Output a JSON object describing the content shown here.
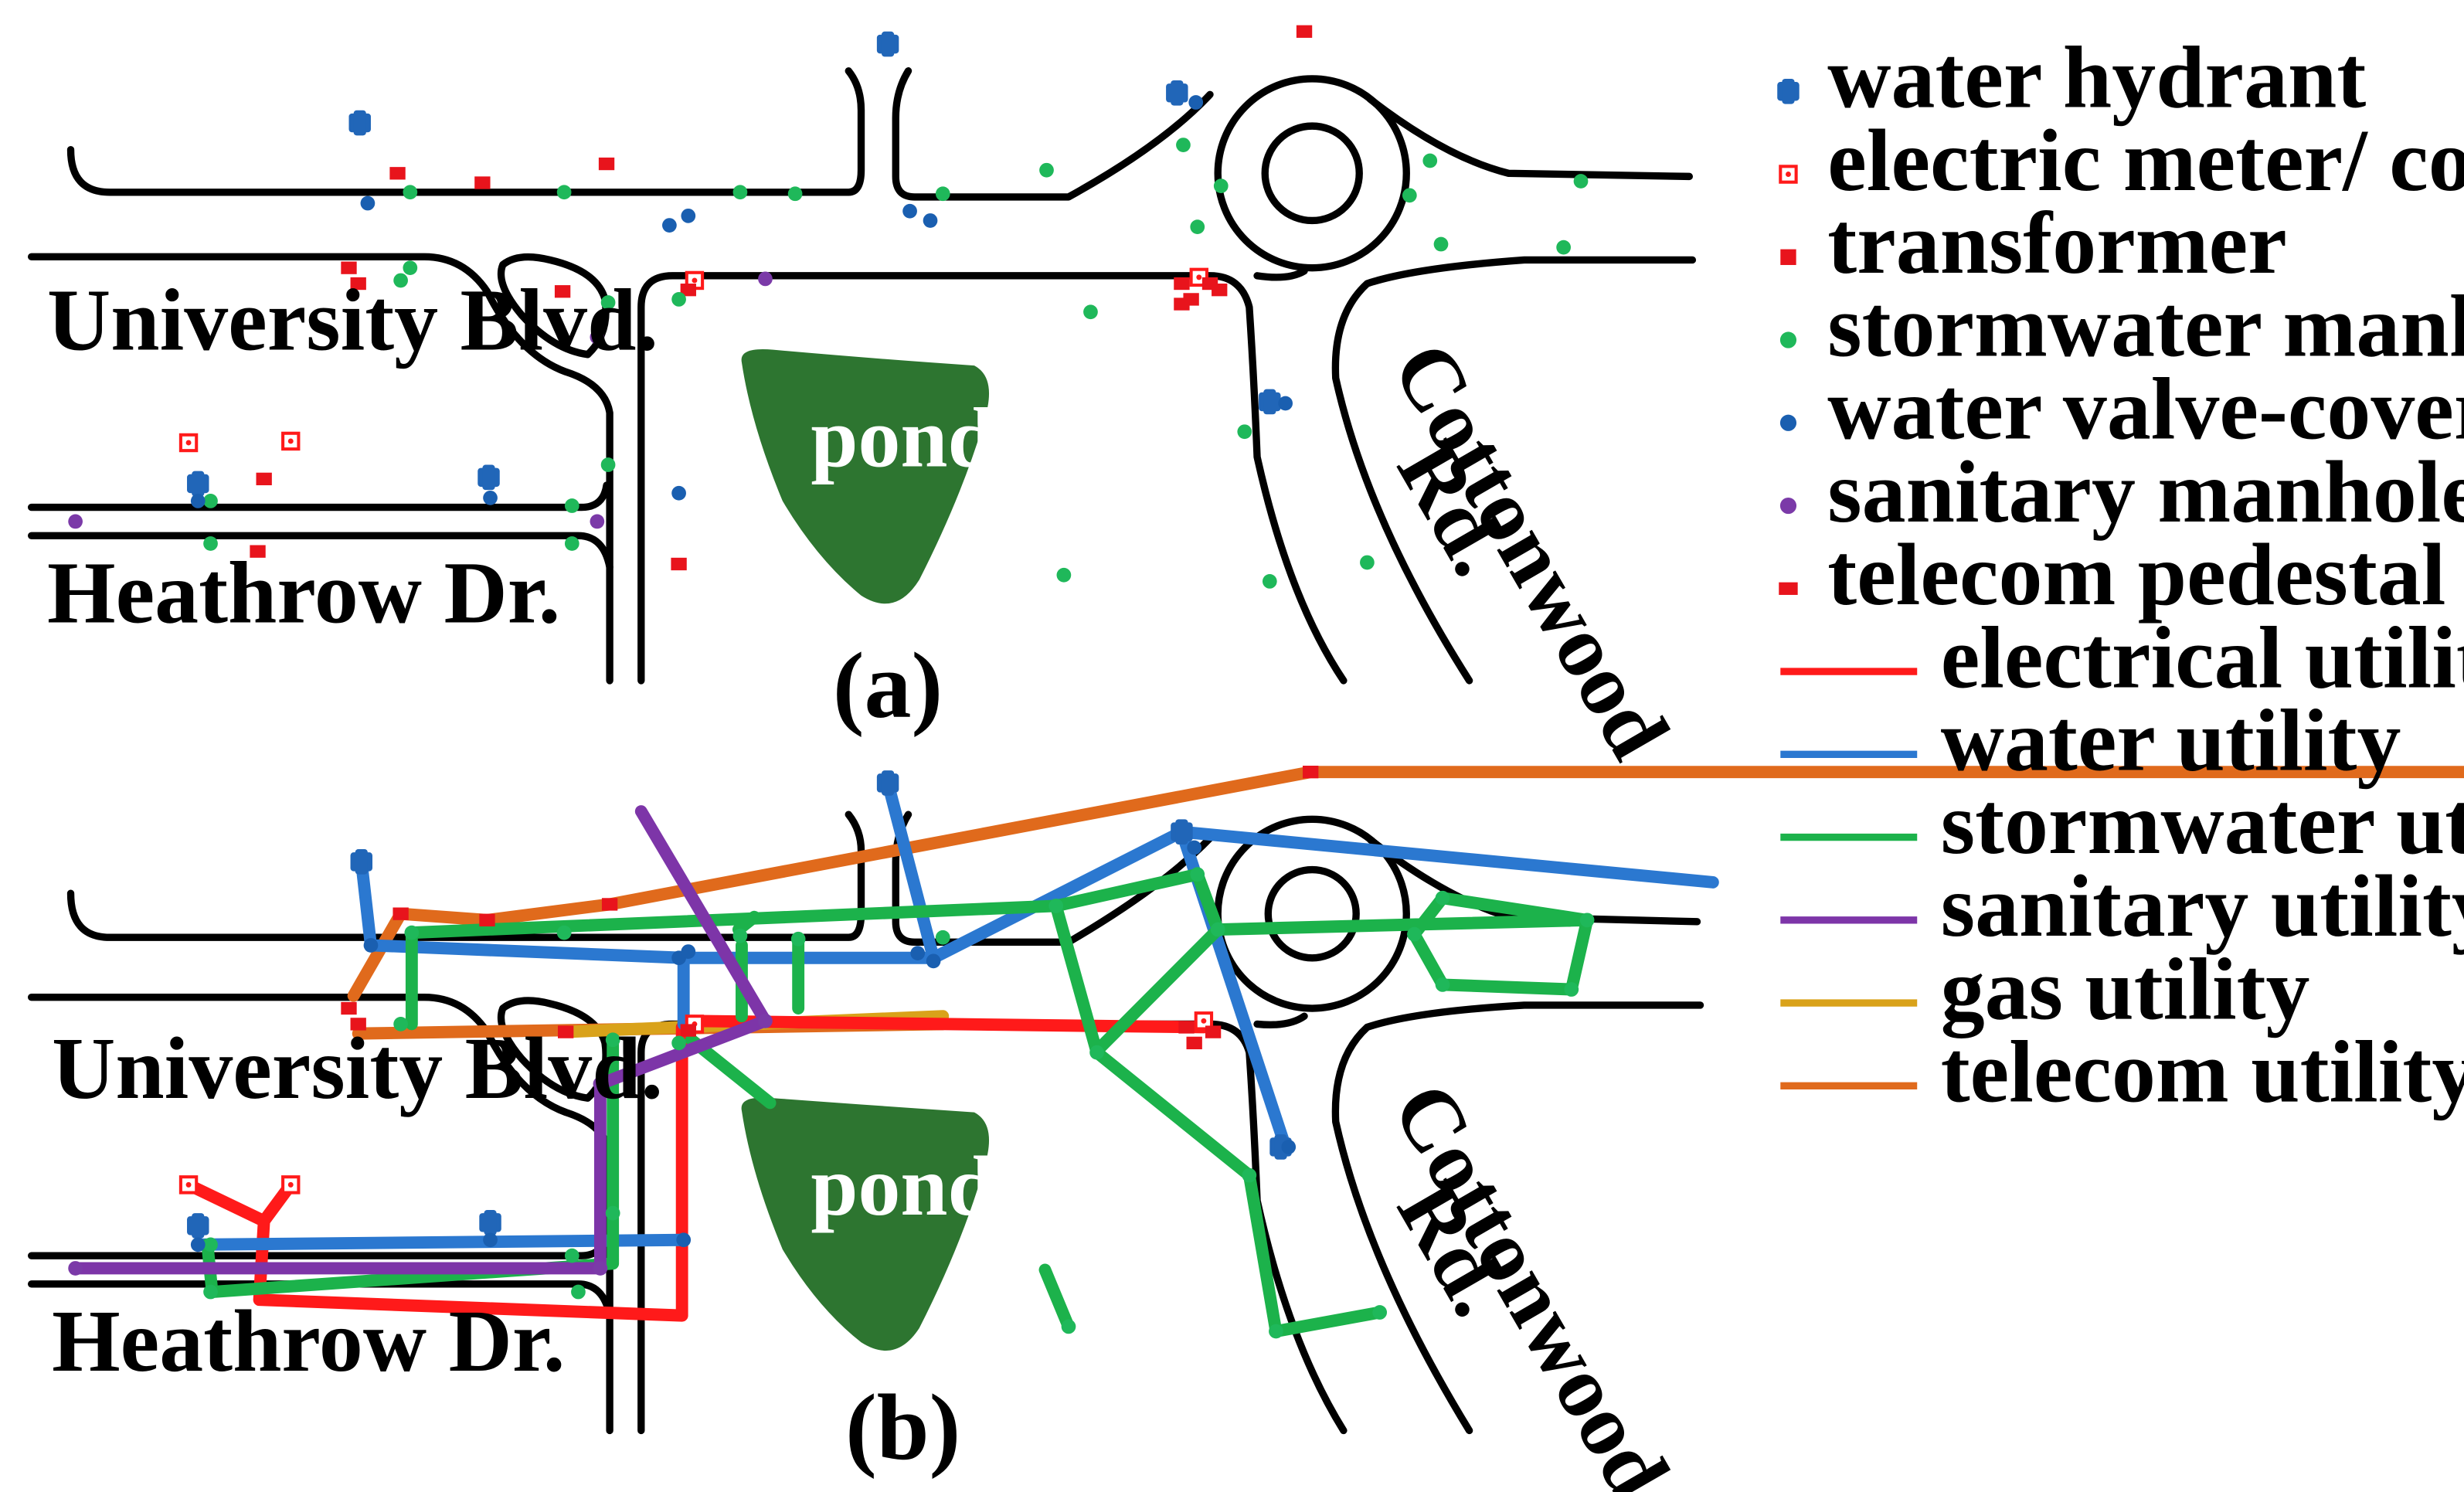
{
  "panels": [
    {
      "id": "a",
      "label": "(a)"
    },
    {
      "id": "b",
      "label": "(b)"
    }
  ],
  "map_labels": {
    "road_university": "University Blvd.",
    "road_heathrow": "Heathrow Dr.",
    "road_cottonwood_1": "Cottonwood",
    "road_cottonwood_2": "Rd.",
    "pond": "pond"
  },
  "colors": {
    "water_hydrant": "#2166b8",
    "electric_meter": "#ff1a1a",
    "transformer": "#e8141c",
    "stormwater_manhole": "#1fb85a",
    "water_valve_cover": "#1a5fb0",
    "sanitary_manhole": "#7b3aa8",
    "telecom_pedestal": "#e8141c",
    "electrical_utility": "#ff1a1a",
    "water_utility": "#2b78d0",
    "stormwater_utility": "#1cb24b",
    "sanitary_utility": "#7d35a8",
    "gas_utility": "#d9a21a",
    "telecom_utility": "#e06a1c",
    "pond": "#2d7530",
    "road": "#000000"
  },
  "legend": [
    {
      "key": "water_hydrant",
      "label": "water hydrant",
      "symbol": "hydrant-icon"
    },
    {
      "key": "electric_meter",
      "label": "electric meter/ control box",
      "symbol": "meter-box-icon"
    },
    {
      "key": "transformer",
      "label": "transformer",
      "symbol": "square-icon"
    },
    {
      "key": "stormwater_manhole",
      "label": "stormwater manhole",
      "symbol": "dot-icon"
    },
    {
      "key": "water_valve_cover",
      "label": "water valve-cover",
      "symbol": "dot-icon"
    },
    {
      "key": "sanitary_manhole",
      "label": "sanitary manhole",
      "symbol": "dot-icon"
    },
    {
      "key": "telecom_pedestal",
      "label": "telecom pedestal",
      "symbol": "rect-icon"
    },
    {
      "key": "electrical_utility",
      "label": "electrical utility",
      "symbol": "line-icon"
    },
    {
      "key": "water_utility",
      "label": "water utility",
      "symbol": "line-icon"
    },
    {
      "key": "stormwater_utility",
      "label": "stormwater utility",
      "symbol": "line-icon"
    },
    {
      "key": "sanitary_utility",
      "label": "sanitary utility",
      "symbol": "line-icon"
    },
    {
      "key": "gas_utility",
      "label": "gas utility",
      "symbol": "line-icon"
    },
    {
      "key": "telecom_utility",
      "label": "telecom utility",
      "symbol": "line-icon"
    }
  ]
}
